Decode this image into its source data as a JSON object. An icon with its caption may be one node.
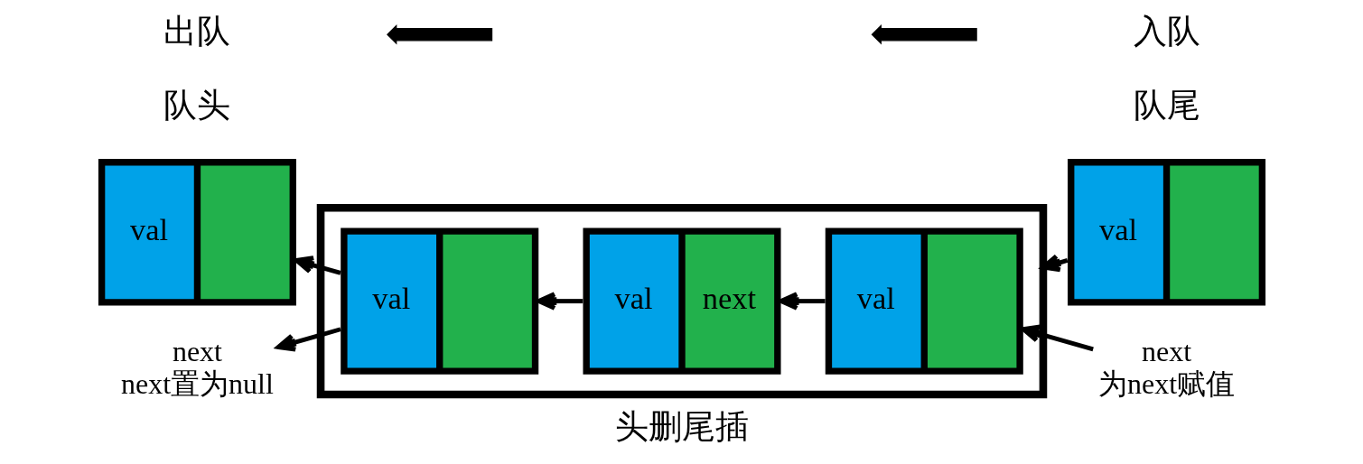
{
  "diagram": {
    "caption": "头删尾插",
    "nodes": [
      {
        "text": [
          "val"
        ]
      },
      {
        "text": [],
        "shape": "band"
      },
      {
        "text": [
          "val"
        ],
        "in": 1
      },
      {
        "text": [
          "val",
          "next"
        ],
        "in": 1
      },
      {
        "text": [
          "val"
        ],
        "in": 1
      },
      {
        "text": [
          "val"
        ]
      },
      {
        "text": [
          "next",
          "next置为null"
        ]
      },
      {
        "text": [
          "next",
          "为next赋值"
        ]
      }
    ],
    "edges": [
      {
        "from": 2,
        "to": 0,
        "arrow": "to"
      },
      {
        "from": 3,
        "to": 2,
        "arrow": "to"
      },
      {
        "from": 4,
        "to": 3,
        "arrow": "to"
      },
      {
        "from": 2,
        "to": 6,
        "arrow": "to"
      },
      {
        "from": 7,
        "to": 4,
        "arrow": "to"
      },
      {
        "from": 5,
        "to": 1,
        "arrow": "to"
      }
    ],
    "labels": [
      "出队",
      "入队",
      "队头",
      "队尾"
    ]
  }
}
